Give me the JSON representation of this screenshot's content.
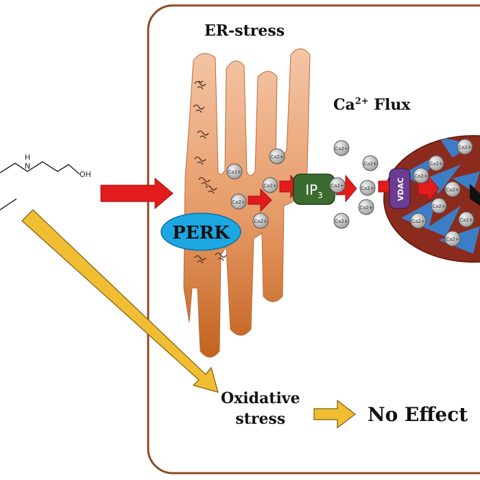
{
  "labels": {
    "er_stress": "ER-stress",
    "ca_flux_prefix": "Ca",
    "ca_flux_sup": "2+",
    "ca_flux_suffix": " Flux",
    "perk": "PERK",
    "ip3_main": "IP",
    "ip3_sub": "3",
    "vdac": "VDAC",
    "oxidative_line1": "Oxidative",
    "oxidative_line2": "stress",
    "no_effect": "No Effect",
    "ion": "Ca2+",
    "molecule_h": "H",
    "molecule_n": "N",
    "molecule_oh": "OH"
  },
  "colors": {
    "cell_border": "#8b4a24",
    "er_light": "#f2b692",
    "er_dark": "#c46628",
    "mito": "#8b2b1e",
    "mito_crista": "#3c7ec6",
    "red_arrow": "#e21c1c",
    "yellow_arrow": "#f1bd32",
    "perk": "#1ca7e3",
    "ip3": "#3b6b2f",
    "vdac": "#6b3d92",
    "ion": "#c8c8c8"
  }
}
